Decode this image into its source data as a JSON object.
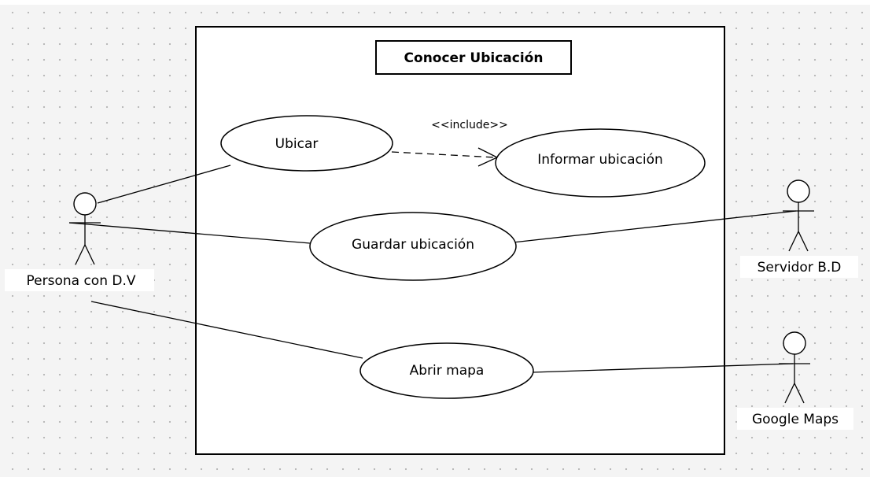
{
  "system": {
    "title": "Conocer Ubicación"
  },
  "use_cases": {
    "ubicar": "Ubicar",
    "informar": "Informar ubicación",
    "guardar": "Guardar ubicación",
    "abrir": "Abrir mapa"
  },
  "relations": {
    "include": "<<include>>"
  },
  "actors": {
    "persona": "Persona con D.V",
    "servidor": "Servidor B.D",
    "google": "Google Maps"
  }
}
